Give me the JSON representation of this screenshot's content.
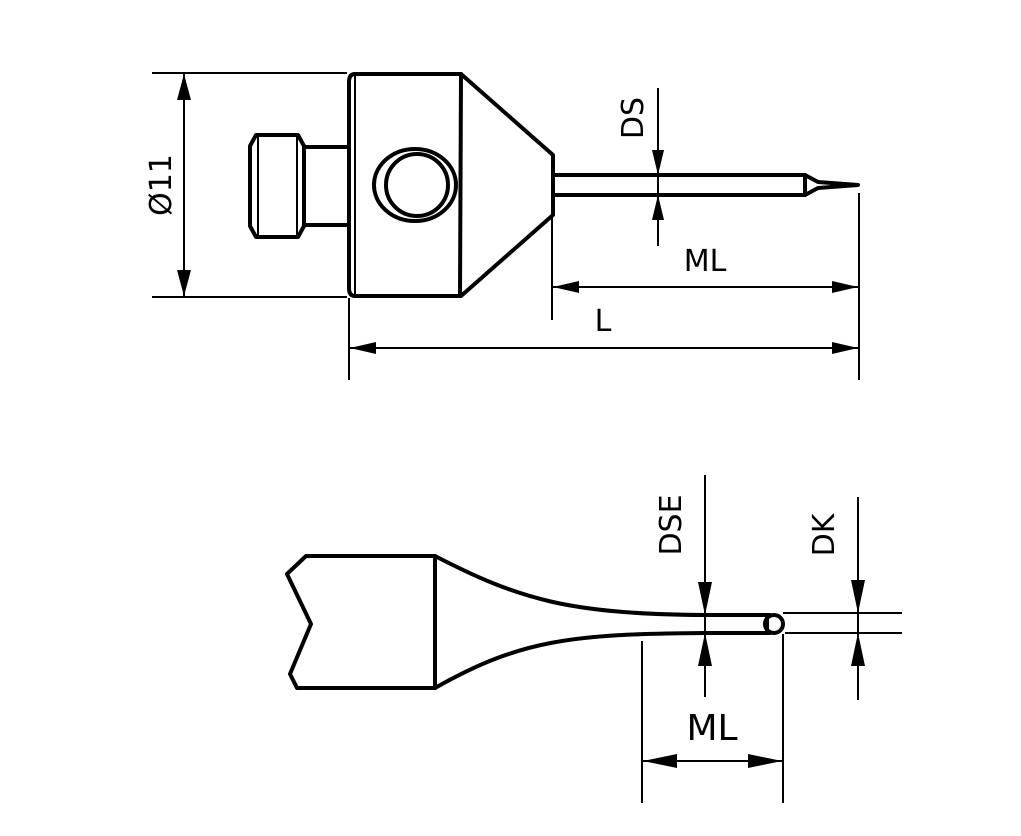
{
  "colors": {
    "line": "#000000",
    "background": "#ffffff"
  },
  "top_view": {
    "labels": {
      "diameter": "Ø11",
      "shaft_diameter": "DS",
      "measuring_length": "ML",
      "total_length": "L"
    }
  },
  "detail_view": {
    "labels": {
      "stem_diameter": "DSE",
      "ball_diameter": "DK",
      "measuring_length": "ML"
    }
  }
}
